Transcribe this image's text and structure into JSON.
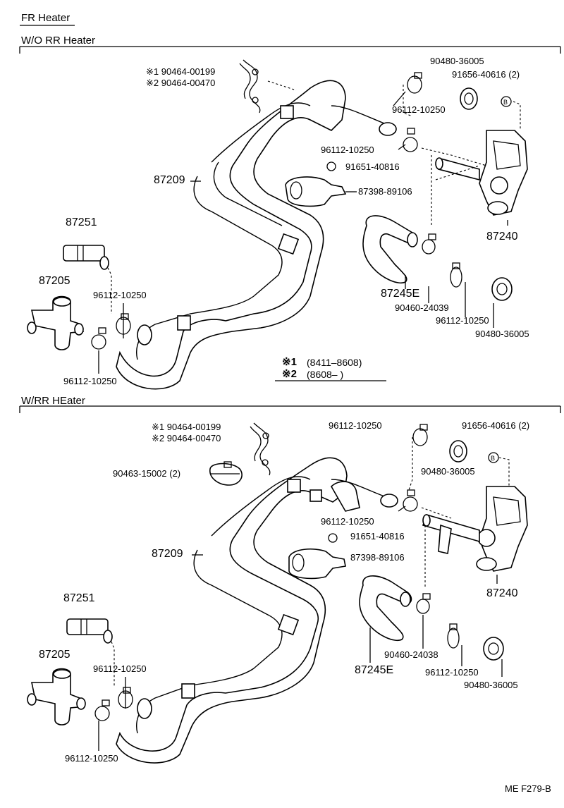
{
  "title": "FR Heater",
  "ref_code": "ME F279-B",
  "notes": {
    "n1": "※1",
    "n1_range": "(8411–8608)",
    "n2": "※2",
    "n2_range": "(8608–       )"
  },
  "sections": [
    {
      "heading": "W/O RR Heater",
      "labels": {
        "clamp1": "※1 90464-00199",
        "clamp2": "※2 90464-00470",
        "grommet": "90480-36005",
        "bolt_b": "91656-40616 (2)",
        "hclamp_top": "96112-10250",
        "hclamp_mid": "96112-10250",
        "bolt_small": "91651-40816",
        "bracket": "87398-89106",
        "hose_main": "87209",
        "valve": "87240",
        "pipe": "87251",
        "tee": "87205",
        "clamp_left": "96112-10250",
        "clamp_left2": "96112-10250",
        "hose_e": "87245E",
        "clamp_24039": "90460-24039",
        "clamp_right": "96112-10250",
        "grommet2": "90480-36005"
      }
    },
    {
      "heading": "W/RR HEater",
      "labels": {
        "clamp1": "※1  90464-00199",
        "clamp2": "※2  90464-00470",
        "clamp_15002": "90463-15002 (2)",
        "hclamp_top": "96112-10250",
        "bolt_b": "91656-40616 (2)",
        "grommet": "90480-36005",
        "hclamp_mid": "96112-10250",
        "bolt_small": "91651-40816",
        "bracket": "87398-89106",
        "hose_main": "87209",
        "valve": "87240",
        "pipe": "87251",
        "tee": "87205",
        "clamp_left": "96112-10250",
        "hose_e": "87245E",
        "clamp_24038": "90460-24038",
        "clamp_right": "96112-10250",
        "grommet2": "90480-36005",
        "clamp_bottom": "96112-10250"
      }
    }
  ]
}
